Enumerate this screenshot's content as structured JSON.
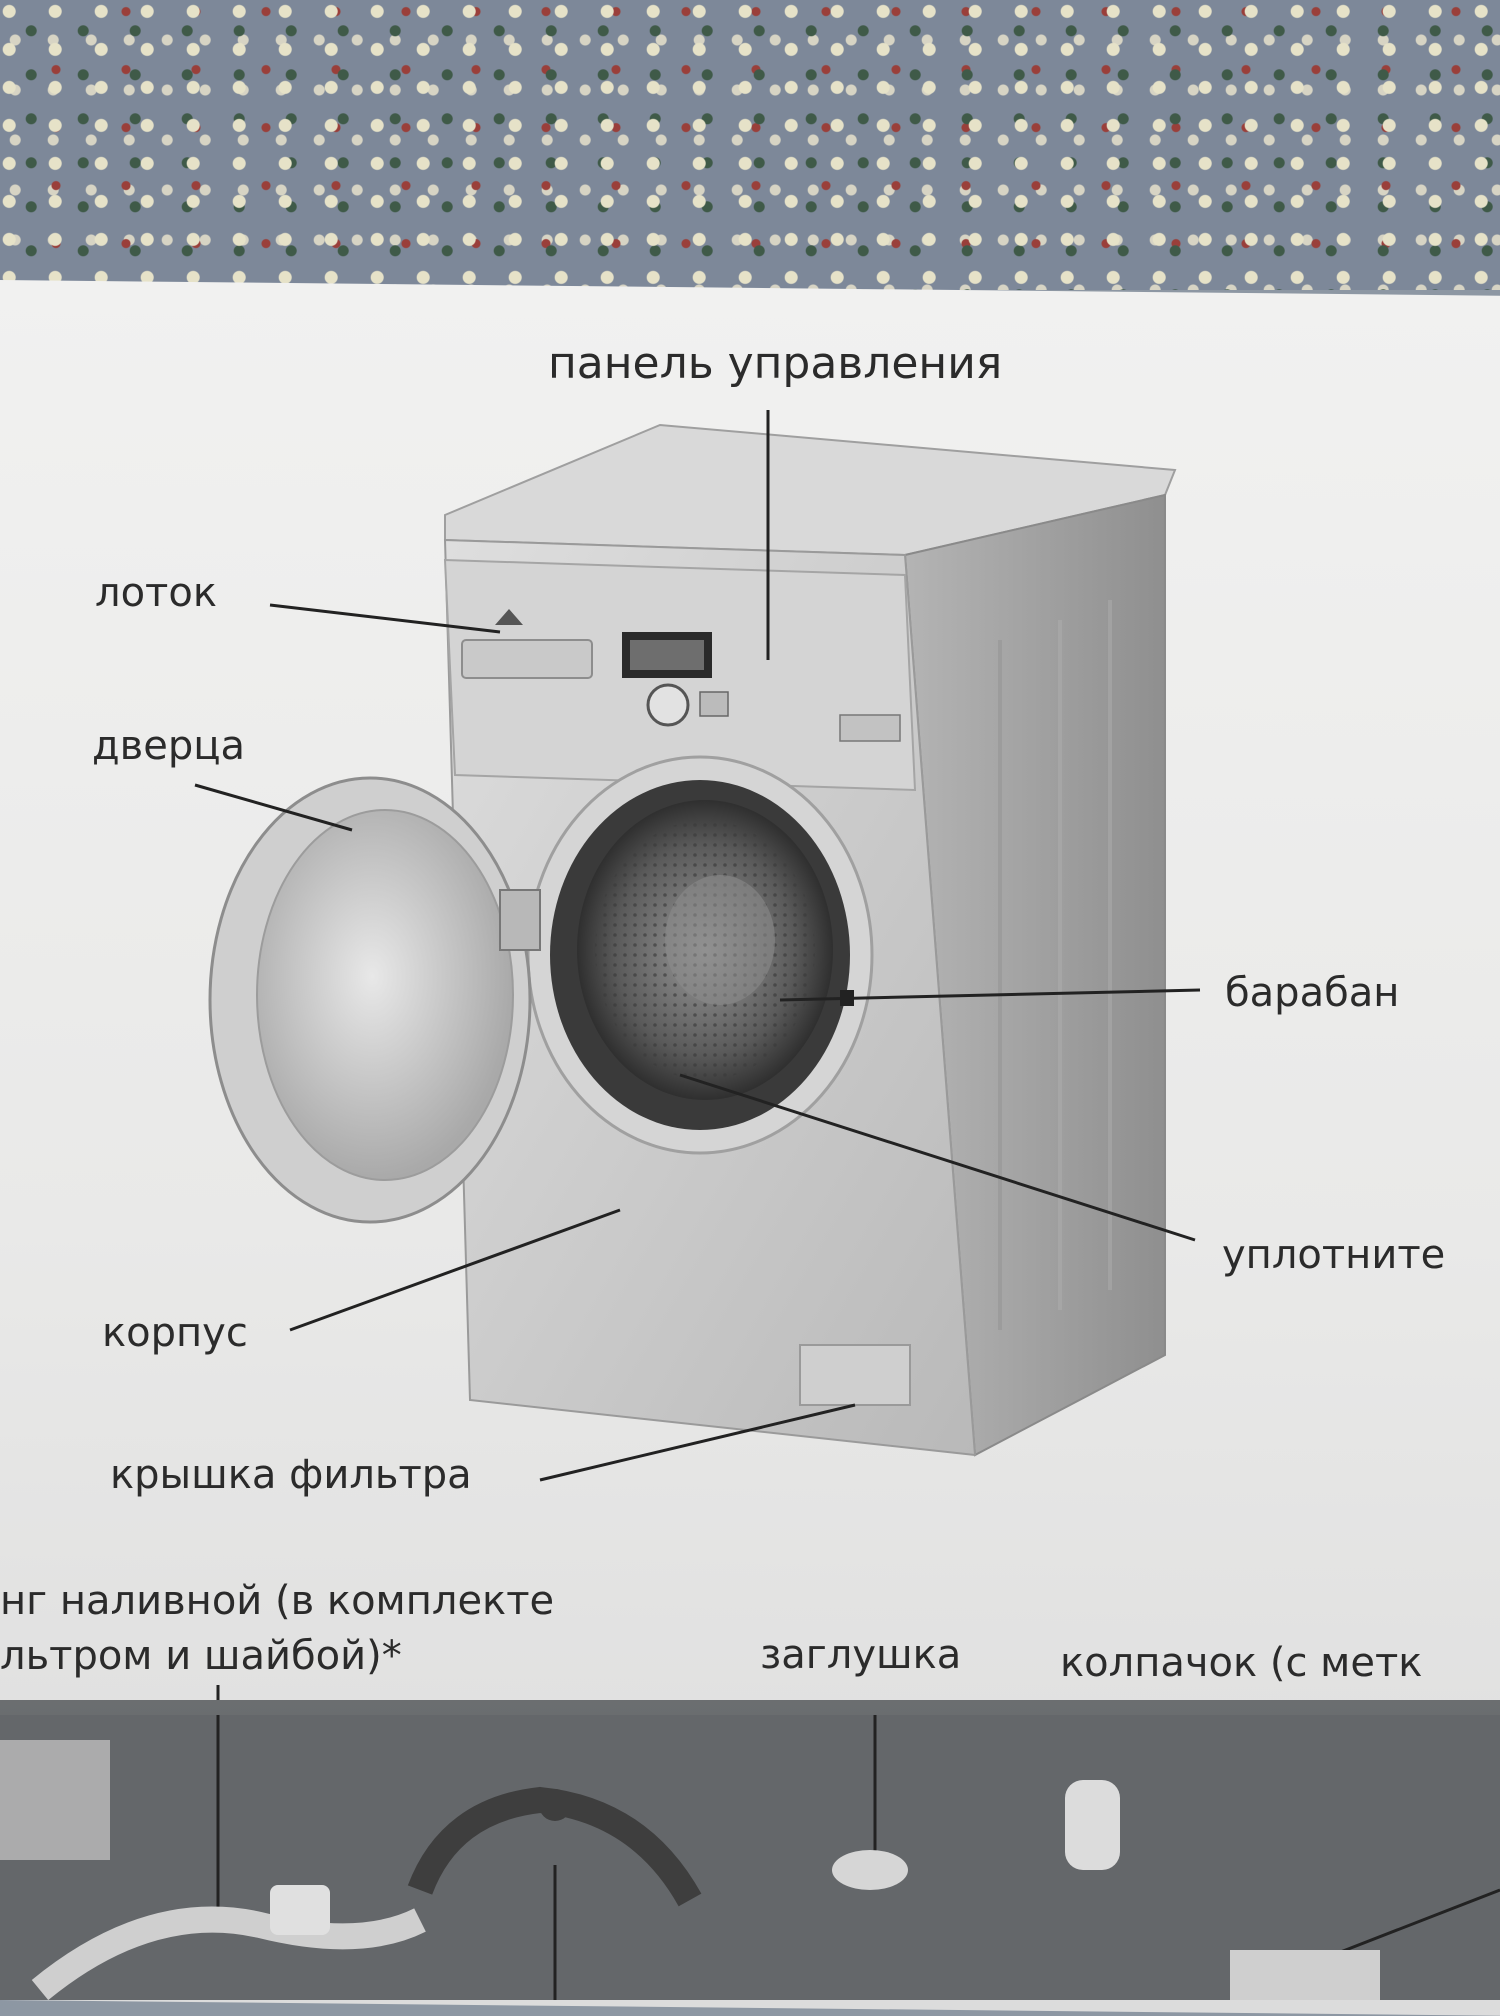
{
  "labels": {
    "control_panel": "панель управления",
    "tray": "лоток",
    "door": "дверца",
    "drum": "барабан",
    "seal": "уплотните",
    "body": "корпус",
    "filter_cover": "крышка фильтра",
    "hose_line1": "нг наливной (в комплекте",
    "hose_line2": "льтром и шайбой)*",
    "plug": "заглушка",
    "cap": "колпачок (с метк"
  },
  "colors": {
    "paper": "#efefee",
    "text": "#2b2b2b",
    "machine": "#c8c8c8",
    "photo_bg": "#5e6164"
  }
}
